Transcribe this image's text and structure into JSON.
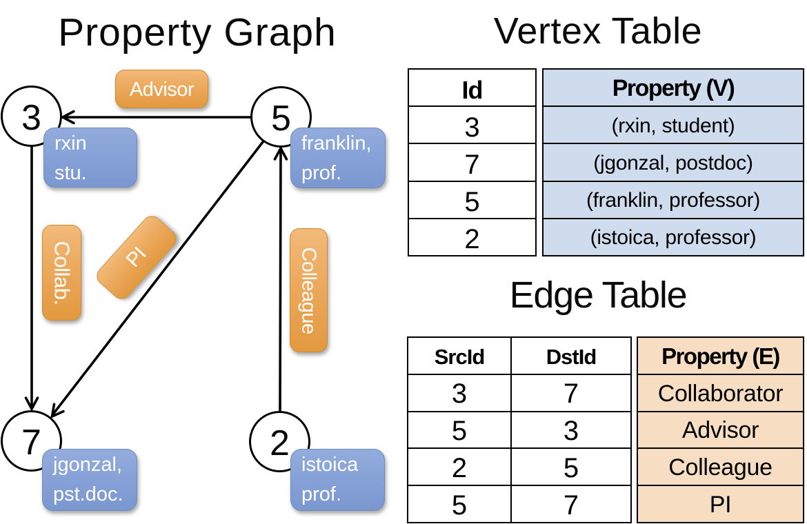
{
  "titles": {
    "property_graph": "Property Graph",
    "vertex_table": "Vertex Table",
    "edge_table": "Edge Table"
  },
  "graph": {
    "nodes": [
      {
        "id": "3",
        "property_line1": "rxin",
        "property_line2": "stu."
      },
      {
        "id": "5",
        "property_line1": "franklin,",
        "property_line2": "prof."
      },
      {
        "id": "7",
        "property_line1": "jgonzal,",
        "property_line2": "pst.doc."
      },
      {
        "id": "2",
        "property_line1": "istoica",
        "property_line2": "prof."
      }
    ],
    "edge_labels": {
      "advisor": "Advisor",
      "collab": "Collab.",
      "pi": "PI",
      "colleague": "Colleague"
    },
    "edges": [
      {
        "from": "5",
        "to": "3",
        "label": "Advisor"
      },
      {
        "from": "3",
        "to": "7",
        "label": "Collab."
      },
      {
        "from": "5",
        "to": "7",
        "label": "PI"
      },
      {
        "from": "2",
        "to": "5",
        "label": "Colleague"
      }
    ]
  },
  "vertex_table": {
    "headers": {
      "id": "Id",
      "property": "Property (V)"
    },
    "rows": [
      {
        "id": "3",
        "property": "(rxin, student)"
      },
      {
        "id": "7",
        "property": "(jgonzal, postdoc)"
      },
      {
        "id": "5",
        "property": "(franklin, professor)"
      },
      {
        "id": "2",
        "property": "(istoica, professor)"
      }
    ]
  },
  "edge_table": {
    "headers": {
      "src": "SrcId",
      "dst": "DstId",
      "property": "Property (E)"
    },
    "rows": [
      {
        "src": "3",
        "dst": "7",
        "property": "Collaborator"
      },
      {
        "src": "5",
        "dst": "3",
        "property": "Advisor"
      },
      {
        "src": "2",
        "dst": "5",
        "property": "Colleague"
      },
      {
        "src": "5",
        "dst": "7",
        "property": "PI"
      }
    ]
  },
  "colors": {
    "vertex_fill_blue": "#cfdcee",
    "edge_fill_orange": "#f7ddc1",
    "pill_blue": "#85a1d6",
    "pill_orange": "#eca95d",
    "line_black": "#000000"
  }
}
